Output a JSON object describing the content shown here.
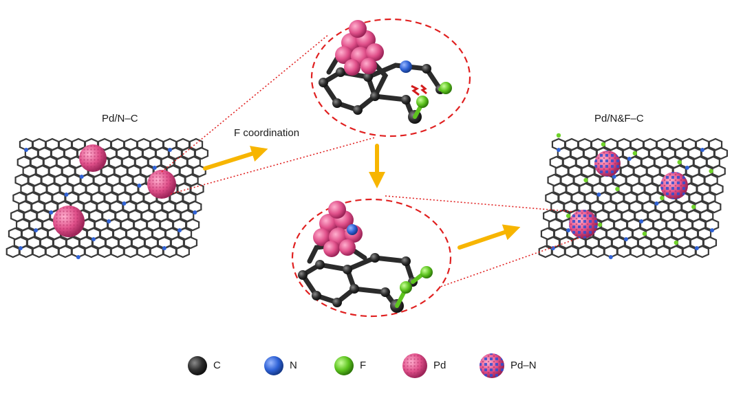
{
  "labels": {
    "left_title": "Pd/N–C",
    "right_title": "Pd/N&F–C",
    "arrow_label": "F coordination"
  },
  "legend": [
    {
      "symbol": "C",
      "label": "C",
      "color": "#333333"
    },
    {
      "symbol": "N",
      "label": "N",
      "color": "#2f62d6"
    },
    {
      "symbol": "F",
      "label": "F",
      "color": "#6fd22a"
    },
    {
      "symbol": "Pd",
      "label": "Pd",
      "color": "#e0508a"
    },
    {
      "symbol": "Pd-N",
      "label": "Pd–N",
      "color": "#e0508a"
    }
  ],
  "colors": {
    "carbon": "#2b2b2b",
    "nitrogen": "#2f62d6",
    "fluorine": "#6fd22a",
    "palladium": "#e0508a",
    "arrow": "#f7b500",
    "dashed": "#e02020"
  }
}
